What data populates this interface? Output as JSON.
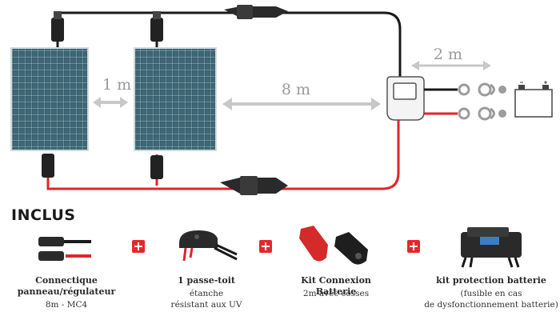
{
  "diagram": {
    "dimensions": {
      "panel_gap": "1 m",
      "panel_to_regulator": "8 m",
      "regulator_to_battery": "2 m"
    }
  },
  "heading": "INCLUS",
  "items": [
    {
      "title": [
        "Connectique",
        "panneau/régulateur"
      ],
      "lines": [
        "8m - MC4"
      ]
    },
    {
      "title": [
        "1 passe-toit"
      ],
      "lines": [
        "étanche",
        "résistant aux UV"
      ]
    },
    {
      "title": [
        "Kit Connexion Batterie"
      ],
      "lines": [
        "2m avec cosses"
      ]
    },
    {
      "title": [
        "kit protection batterie"
      ],
      "lines": [
        "(fusible en cas",
        "de dysfonctionnement batterie)"
      ]
    }
  ],
  "colors": {
    "positive": "#e0242a",
    "negative": "#1a1a1a",
    "accent": "#e3282b",
    "arrow": "#c8c8c8"
  }
}
